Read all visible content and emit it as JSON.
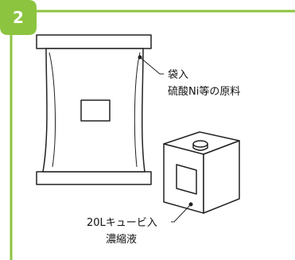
{
  "step_badge": {
    "number": "2"
  },
  "labels": {
    "bag_line1": "袋入",
    "bag_line2": "硫酸Ni等の原料",
    "cube_line1": "20Lキュービ入",
    "cube_line2": "濃縮液"
  },
  "colors": {
    "accent_green": "#8cc43f",
    "line": "#222222",
    "background": "#ffffff"
  }
}
